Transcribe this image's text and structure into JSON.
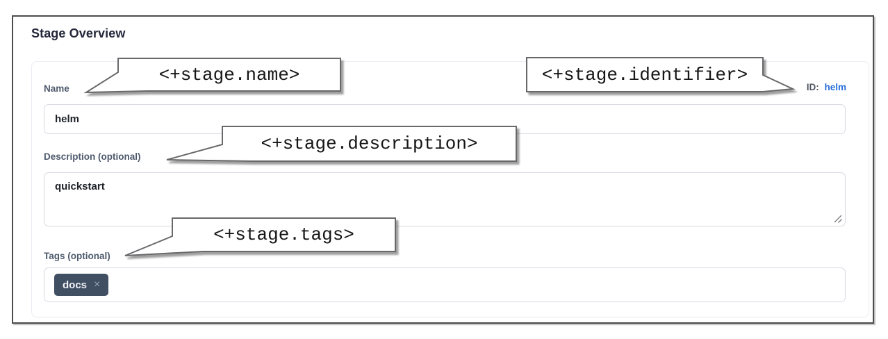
{
  "header": {
    "title": "Stage Overview"
  },
  "form": {
    "name": {
      "label": "Name",
      "value": "helm"
    },
    "id": {
      "label": "ID:",
      "value": "helm"
    },
    "description": {
      "label": "Description (optional)",
      "value": "quickstart"
    },
    "tags": {
      "label": "Tags (optional)",
      "chips": [
        {
          "text": "docs",
          "remove_icon": "×"
        }
      ]
    }
  },
  "callouts": {
    "name": {
      "text": "<+stage.name>"
    },
    "identifier": {
      "text": "<+stage.identifier>"
    },
    "description": {
      "text": "<+stage.description>"
    },
    "tags": {
      "text": "<+stage.tags>"
    }
  },
  "colors": {
    "link_blue": "#2a6fdb",
    "tag_chip_bg": "#414f63",
    "label_slate": "#4e5a6d",
    "callout_border": "#68686b"
  }
}
